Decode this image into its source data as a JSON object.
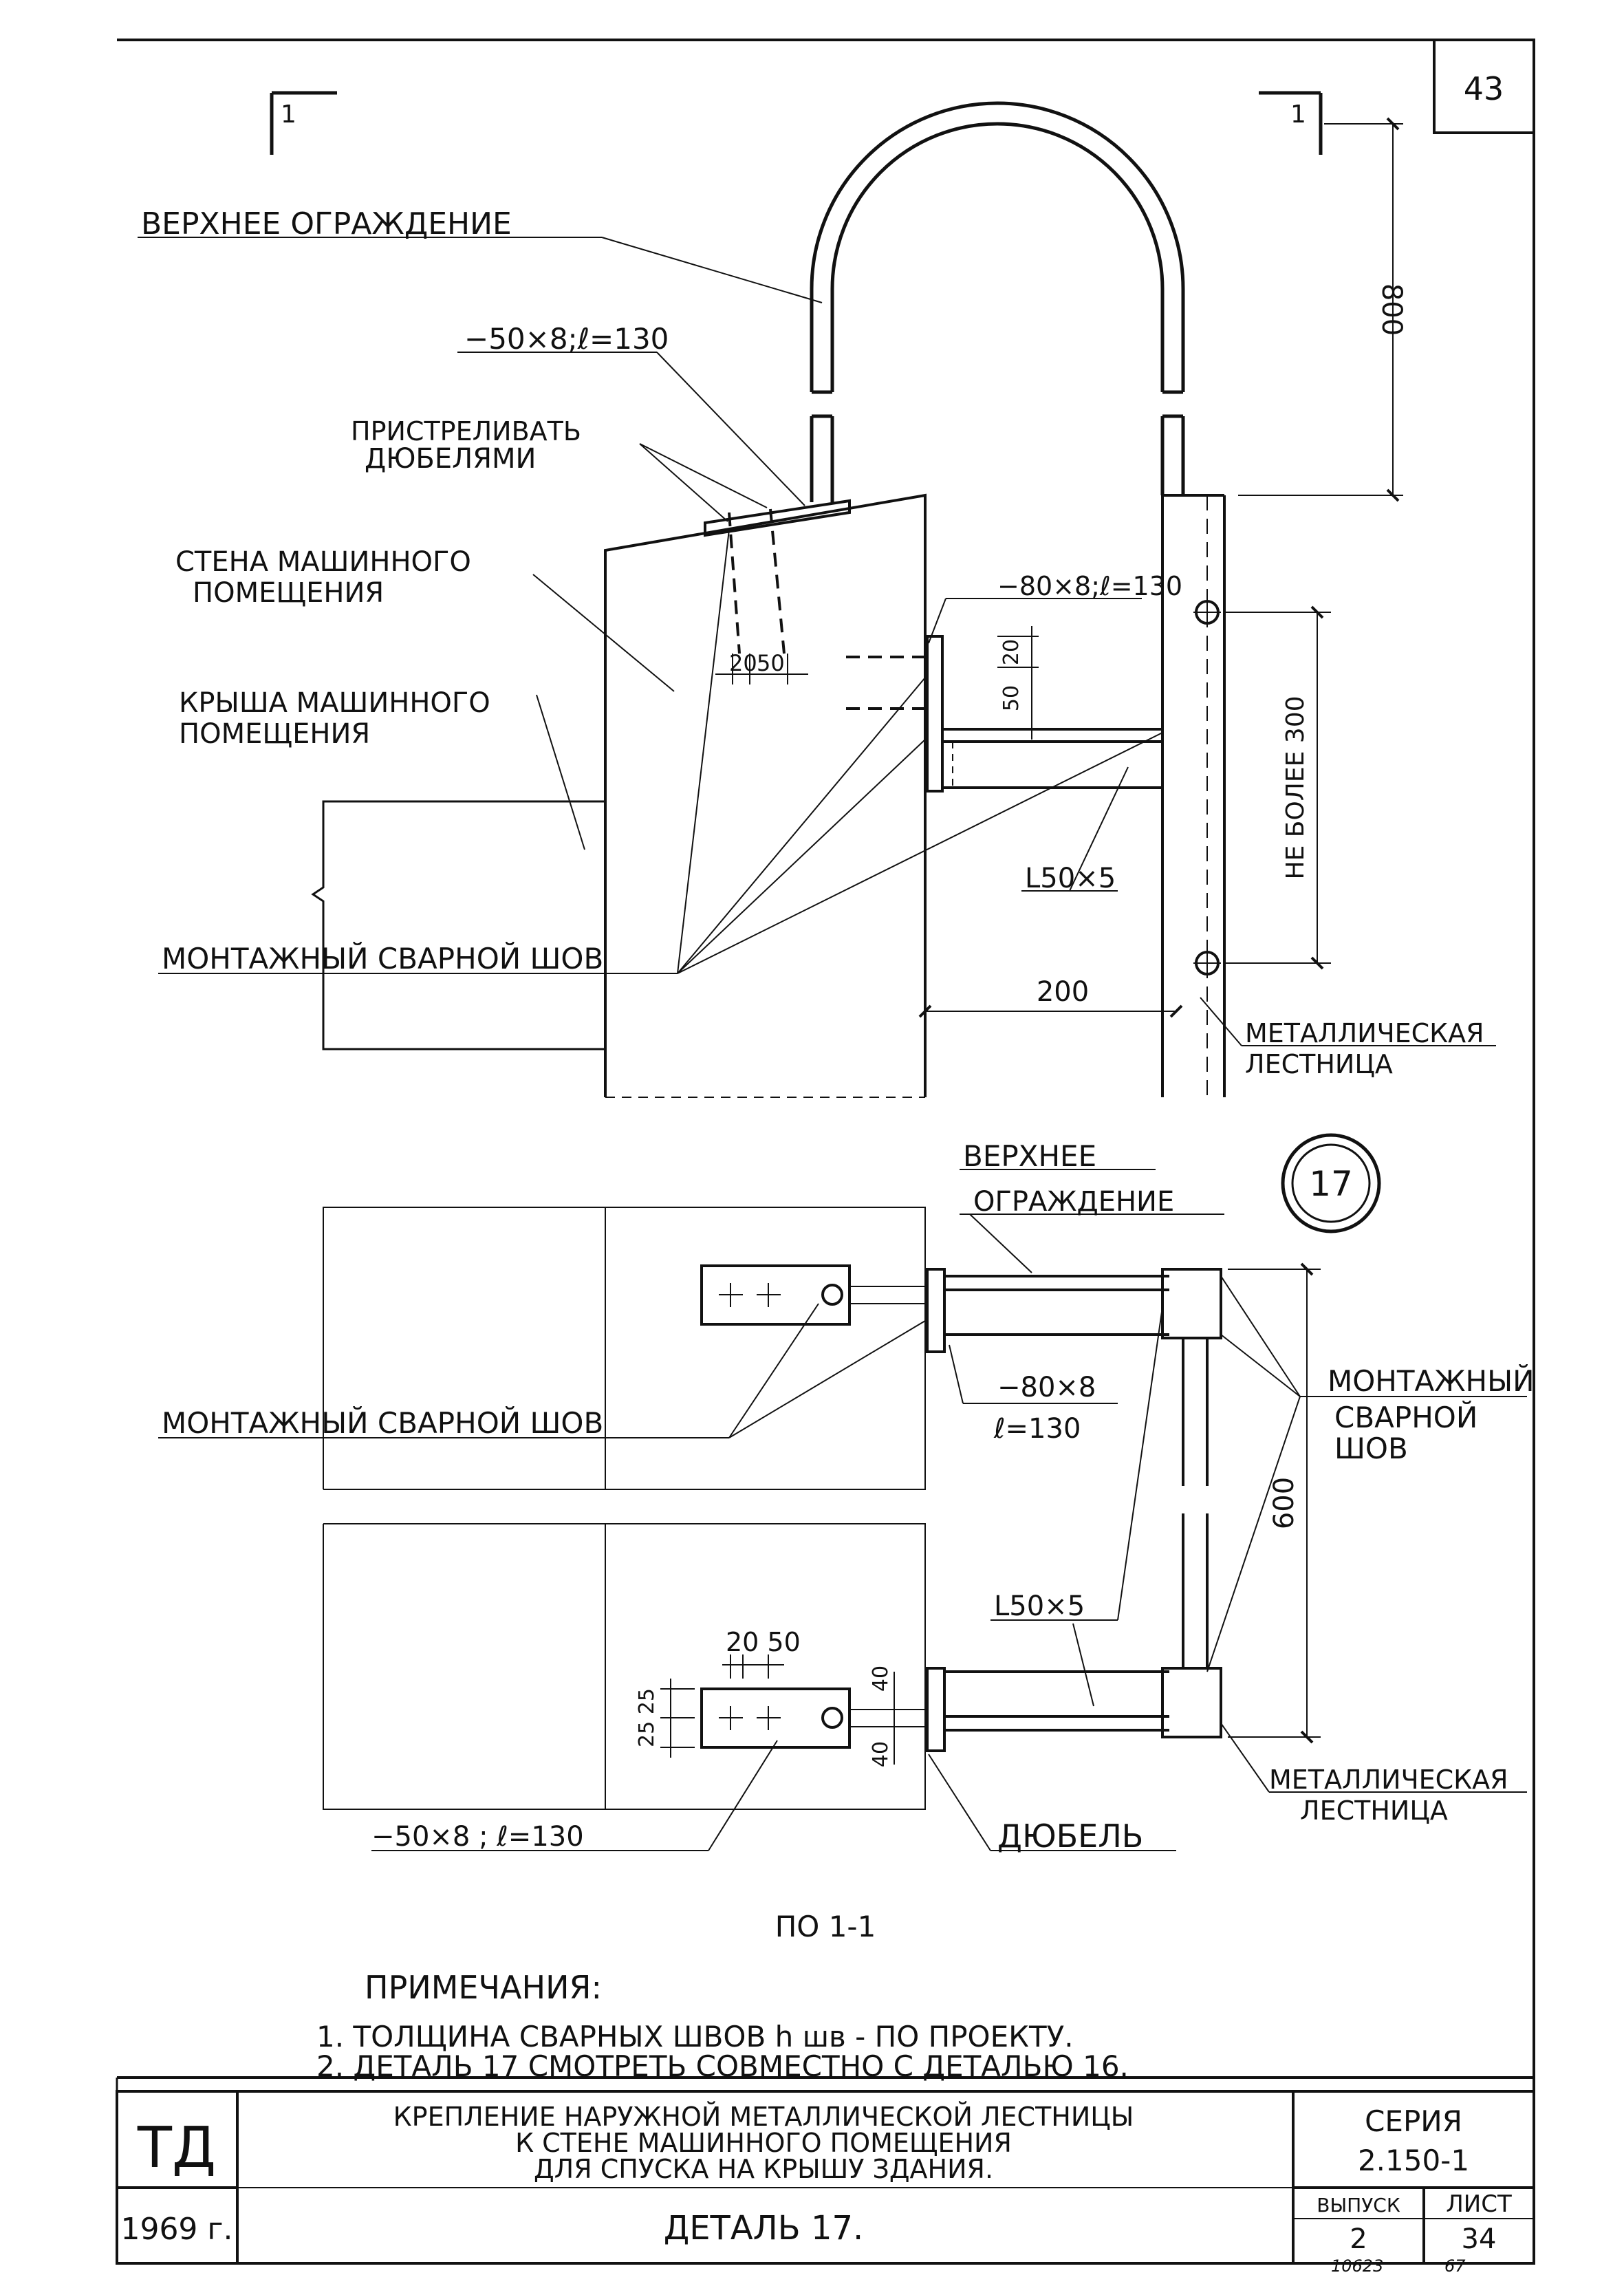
{
  "sheet": {
    "page_number": "43",
    "section_marker": "1",
    "detail_number": "17",
    "colors": {
      "ink": "#111111",
      "paper": "#ffffff"
    }
  },
  "elevation": {
    "labels": {
      "top_guard": "ВЕРХНЕЕ ОГРАЖДЕНИЕ",
      "plate_top": "−50×8;ℓ=130",
      "shoot_dowels_1": "ПРИСТРЕЛИВАТЬ",
      "shoot_dowels_2": "ДЮБЕЛЯМИ",
      "wall_1": "СТЕНА МАШИННОГО",
      "wall_2": "ПОМЕЩЕНИЯ",
      "roof_1": "КРЫША МАШИННОГО",
      "roof_2": "ПОМЕЩЕНИЯ",
      "weld": "МОНТАЖНЫЙ СВАРНОЙ ШОВ",
      "plate_side": "−80×8;ℓ=130",
      "angle": "L50×5",
      "ladder_1": "МЕТАЛЛИЧЕСКАЯ",
      "ladder_2": "ЛЕСТНИЦА"
    },
    "dims": {
      "height_800": "800",
      "max_300": "НЕ БОЛЕЕ 300",
      "d200": "200",
      "d20": "20",
      "d50": "50",
      "d50v": "50",
      "d20v": "20"
    }
  },
  "plan": {
    "labels": {
      "top_guard_1": "ВЕРХНЕЕ",
      "top_guard_2": "ОГРАЖДЕНИЕ",
      "weld_left": "МОНТАЖНЫЙ СВАРНОЙ ШОВ",
      "weld_right_1": "МОНТАЖНЫЙ",
      "weld_right_2": "СВАРНОЙ",
      "weld_right_3": "ШОВ",
      "plate_1": "−80×8",
      "plate_2": "ℓ=130",
      "angle": "L50×5",
      "ladder_1": "МЕТАЛЛИЧЕСКАЯ",
      "ladder_2": "ЛЕСТНИЦА",
      "dowel": "ДЮБЕЛЬ",
      "plate_bottom": "−50×8 ; ℓ=130",
      "caption": "ПО 1-1"
    },
    "dims": {
      "w600": "600",
      "d2050": "20 50",
      "d2525": "25 25",
      "d40a": "40",
      "d40b": "40"
    }
  },
  "notes": {
    "title": "ПРИМЕЧАНИЯ:",
    "items": [
      "1. ТОЛЩИНА СВАРНЫХ ШВОВ h шв - ПО ПРОЕКТУ.",
      "2. ДЕТАЛЬ 17 СМОТРЕТЬ СОВМЕСТНО С ДЕТАЛЬЮ 16."
    ]
  },
  "title_block": {
    "org": "ТД",
    "year": "1969 г.",
    "title_lines": [
      "КРЕПЛЕНИЕ НАРУЖНОЙ МЕТАЛЛИЧЕСКОЙ ЛЕСТНИЦЫ",
      "К СТЕНЕ МАШИННОГО ПОМЕЩЕНИЯ",
      "ДЛЯ СПУСКА НА КРЫШУ ЗДАНИЯ."
    ],
    "series_label": "СЕРИЯ",
    "series_value": "2.150-1",
    "detail": "ДЕТАЛЬ 17.",
    "issue_label": "ВЫПУСК",
    "issue_value": "2",
    "sheet_label": "ЛИСТ",
    "sheet_value": "34",
    "footer_code": "10623",
    "footer_code2": "67"
  }
}
